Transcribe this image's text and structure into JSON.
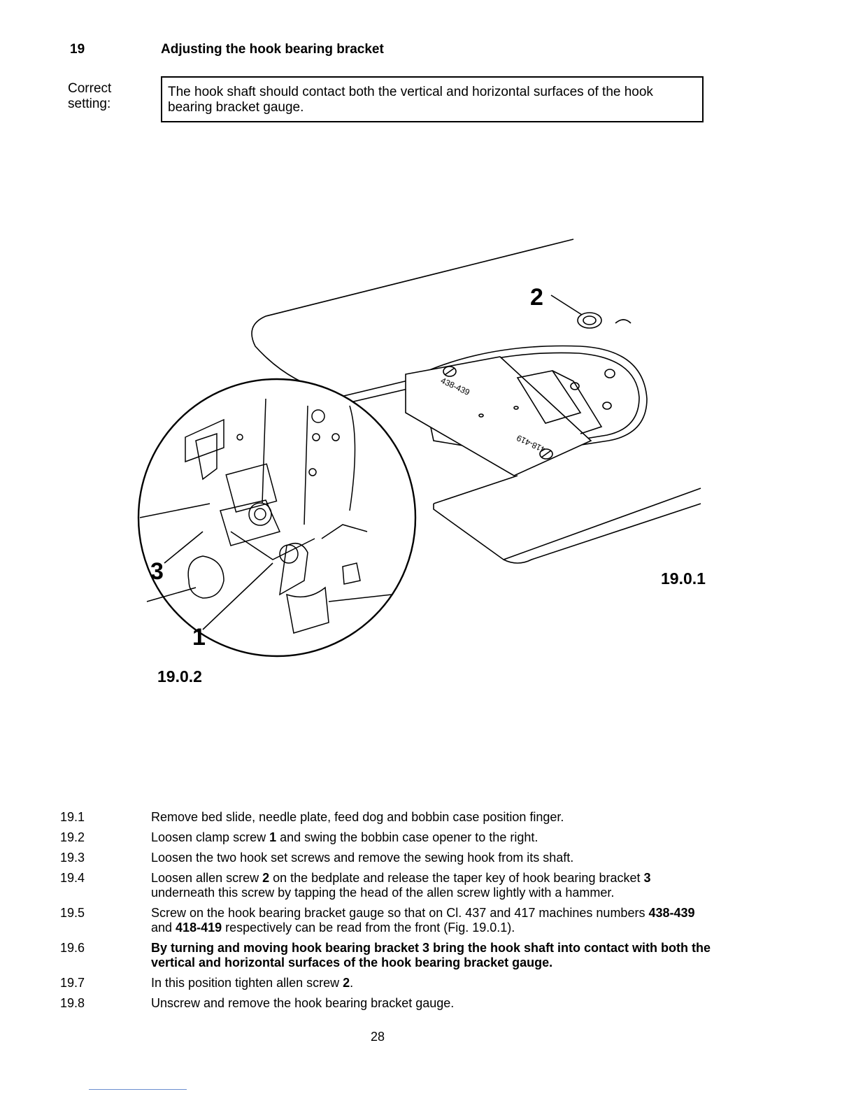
{
  "section": {
    "number": "19",
    "title": "Adjusting the hook bearing bracket"
  },
  "correct_setting": {
    "label_line1": "Correct",
    "label_line2": "setting:",
    "text": "The hook shaft should contact both the vertical and horizontal surfaces of the hook bearing bracket gauge."
  },
  "figure": {
    "callouts": {
      "screw_clamp": "1",
      "allen_screw": "2",
      "bracket": "3"
    },
    "gauge_markings": {
      "top": "438-439",
      "bottom": "418-419"
    },
    "labels": {
      "fig1": "19.0.1",
      "fig2": "19.0.2"
    }
  },
  "steps": [
    {
      "num": "19.1",
      "text": "Remove bed slide, needle plate, feed dog and bobbin case position finger."
    },
    {
      "num": "19.2",
      "pre": "Loosen clamp screw ",
      "b1": "1",
      "post": " and swing the bobbin case opener to the right."
    },
    {
      "num": "19.3",
      "text": "Loosen the two hook set screws and remove the sewing hook from its shaft."
    },
    {
      "num": "19.4",
      "pre": "Loosen allen screw ",
      "b1": "2",
      "mid": " on the bedplate and release the taper key of hook bearing bracket ",
      "b2": "3",
      "post": " underneath this screw by tapping the head of the allen screw lightly with a hammer."
    },
    {
      "num": "19.5",
      "pre": "Screw on the hook bearing bracket gauge so that on Cl. 437 and 417 machines numbers ",
      "b1": "438-439",
      "mid": " and ",
      "b2": "418-419",
      "post": " respectively can be read from the front (Fig. 19.0.1)."
    },
    {
      "num": "19.6",
      "text": "By turning and moving hook bearing bracket 3 bring the hook shaft into contact with both the vertical and horizontal surfaces of the hook bearing bracket gauge."
    },
    {
      "num": "19.7",
      "pre": "In this position tighten allen screw ",
      "b1": "2",
      "post": "."
    },
    {
      "num": "19.8",
      "text": "Unscrew and remove the hook bearing bracket gauge."
    }
  ],
  "page_number": "28"
}
